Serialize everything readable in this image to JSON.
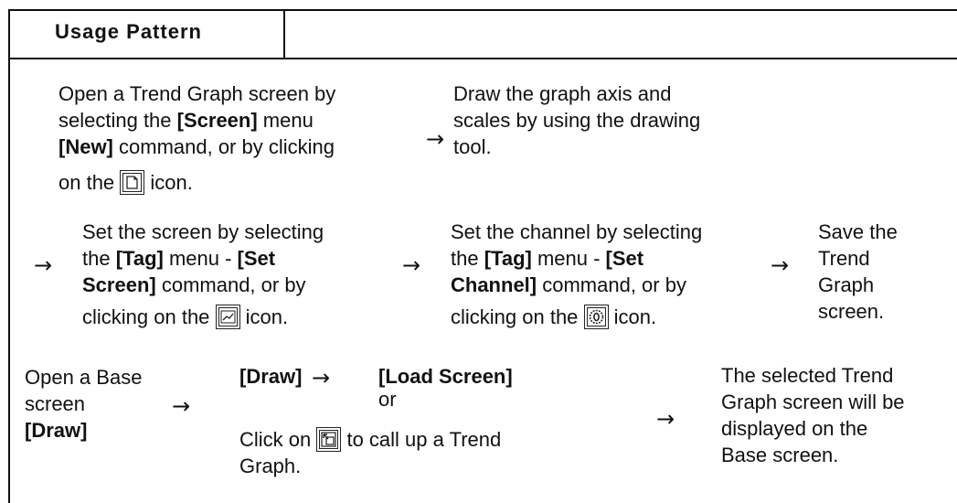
{
  "header": {
    "title": "Usage Pattern"
  },
  "row1": {
    "step1": {
      "line1": "Open a Trend Graph screen by",
      "line2_pre": "selecting the ",
      "line2_bold": "[Screen]",
      "line2_post": " menu",
      "line3_bold": "[New]",
      "line3_post": " command, or by clicking",
      "line4_pre": "on the ",
      "line4_post": " icon."
    },
    "arrow": "→",
    "step2": {
      "line1": "Draw the graph axis and",
      "line2": "scales by using the drawing",
      "line3": "tool."
    }
  },
  "row2": {
    "arrow_lead": "→",
    "step1": {
      "line1": "Set the screen by selecting",
      "line2_pre": "the ",
      "line2_bold1": "[Tag]",
      "line2_mid": " menu - ",
      "line2_bold2": "[Set",
      "line3_bold": "Screen]",
      "line3_post": " command, or by",
      "line4_pre": "clicking on the ",
      "line4_post": " icon."
    },
    "arrow_mid": "→",
    "step2": {
      "line1": "Set the channel by selecting",
      "line2_pre": "the ",
      "line2_bold1": "[Tag]",
      "line2_mid": " menu - ",
      "line2_bold2": "[Set",
      "line3_bold": "Channel]",
      "line3_post": " command, or by",
      "line4_pre": "clicking on the ",
      "line4_post": " icon."
    },
    "arrow_end": "→",
    "step3": {
      "line1": "Save the",
      "line2": "Trend",
      "line3": "Graph",
      "line4": "screen."
    }
  },
  "row3": {
    "step1": {
      "line1": "Open a Base",
      "line2": "screen",
      "line3_bold": "[Draw]"
    },
    "arrow1": "→",
    "draw_label": "[Draw]",
    "arrow2": "→",
    "load_label": "[Load Screen]",
    "or_label": "or",
    "click_pre": "Click on ",
    "click_post": " to call up a Trend",
    "click_line2": "Graph.",
    "arrow3": "→",
    "result": {
      "line1": "The selected Trend",
      "line2": "Graph screen will be",
      "line3": "displayed on the",
      "line4": "Base screen."
    }
  }
}
